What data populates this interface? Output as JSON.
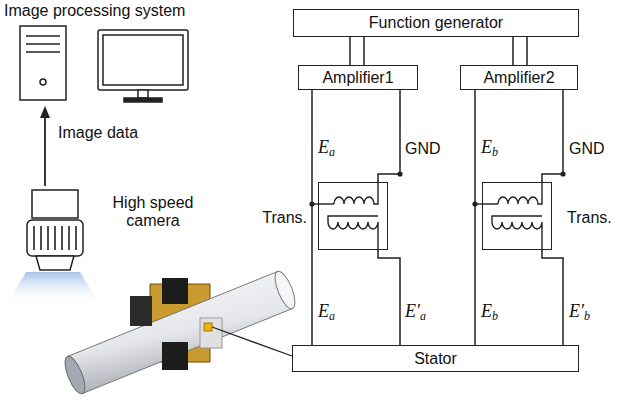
{
  "diagram": {
    "nodes": [
      {
        "text": [
          "Function generator"
        ]
      },
      {
        "text": [
          "Amplifier1"
        ]
      },
      {
        "text": [
          "Amplifier2"
        ]
      },
      {
        "text": [
          "Trans."
        ]
      },
      {
        "text": [
          "Trans."
        ]
      },
      {
        "text": [
          "Stator"
        ]
      }
    ],
    "edges": [
      {
        "from": 0,
        "to": 1,
        "arrow": "none"
      },
      {
        "from": 0,
        "to": 2,
        "arrow": "none"
      },
      {
        "from": 1,
        "to": 5,
        "arrow": "none"
      },
      {
        "from": 1,
        "to": 3,
        "arrow": "none"
      },
      {
        "from": 3,
        "to": 5,
        "arrow": "none"
      },
      {
        "from": 2,
        "to": 5,
        "arrow": "none"
      },
      {
        "from": 2,
        "to": 4,
        "arrow": "none"
      },
      {
        "from": 4,
        "to": 5,
        "arrow": "none"
      }
    ],
    "labels": [
      "Image processing system",
      "Image data",
      "High speed camera",
      "Ea",
      "GND",
      "Eb",
      "GND",
      "Ea",
      "E′a",
      "Eb",
      "E′b"
    ]
  }
}
